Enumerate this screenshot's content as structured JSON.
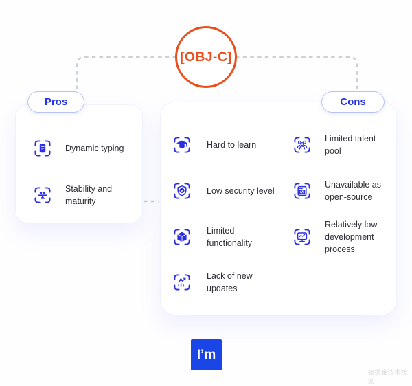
{
  "colors": {
    "accent_orange": "#eb4e1d",
    "accent_blue": "#2433e0",
    "icon_blue": "#2b2fe4",
    "logo_blue": "#1a46e8",
    "connector_gray": "#c8d1dc"
  },
  "center_node": {
    "label": "[OBJ-C]"
  },
  "pros": {
    "label": "Pros",
    "items": [
      {
        "icon": "document-icon",
        "text": "Dynamic typing"
      },
      {
        "icon": "balance-icon",
        "text": "Stability and\nmaturity"
      }
    ]
  },
  "cons": {
    "label": "Cons",
    "items": [
      {
        "icon": "graduation-cap-icon",
        "text": "Hard to learn"
      },
      {
        "icon": "shield-check-icon",
        "text": "Low security level"
      },
      {
        "icon": "cube-icon",
        "text": "Limited\nfunctionality"
      },
      {
        "icon": "chart-up-icon",
        "text": "Lack of new\nupdates"
      },
      {
        "icon": "people-group-icon",
        "text": "Limited talent\npool"
      },
      {
        "icon": "code-window-icon",
        "text": "Unavailable as\nopen-source"
      },
      {
        "icon": "monitor-chart-icon",
        "text": "Relatively low\ndevelopment\nprocess"
      }
    ]
  },
  "footer": {
    "logo_text": "I’m",
    "watermark": "@掘金技术社区"
  }
}
